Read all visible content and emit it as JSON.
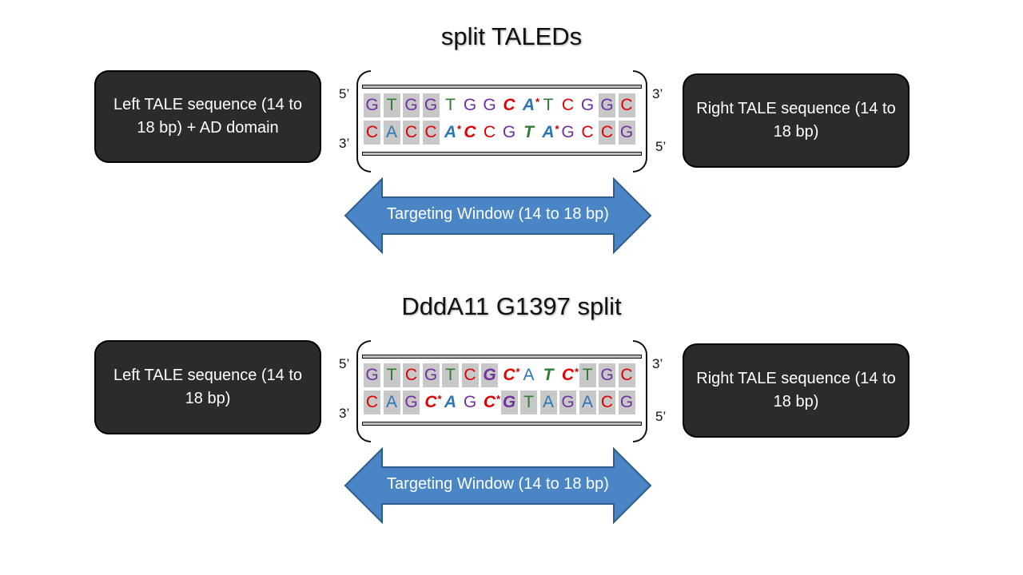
{
  "panels": [
    {
      "title": "split TALEDs",
      "left_box": "Left TALE sequence (14 to 18 bp) + AD domain",
      "right_box": "Right TALE sequence (14 to 18 bp)",
      "ends": {
        "top_left": "5’",
        "top_right": "3’",
        "bottom_left": "3’",
        "bottom_right": "5’"
      },
      "top_strand": [
        {
          "b": "G",
          "c": "#7030a0",
          "hl": true
        },
        {
          "b": "T",
          "c": "#2e7d32",
          "hl": true
        },
        {
          "b": "G",
          "c": "#7030a0",
          "hl": true
        },
        {
          "b": "G",
          "c": "#7030a0",
          "hl": true
        },
        {
          "b": "T",
          "c": "#2e7d32"
        },
        {
          "b": "G",
          "c": "#7030a0"
        },
        {
          "b": "G",
          "c": "#7030a0"
        },
        {
          "b": "C",
          "c": "#e00000",
          "mod": true
        },
        {
          "b": "A",
          "c": "#2e75b6",
          "mod": true,
          "star": true
        },
        {
          "b": "T",
          "c": "#2e7d32"
        },
        {
          "b": "C",
          "c": "#e00000"
        },
        {
          "b": "G",
          "c": "#7030a0"
        },
        {
          "b": "G",
          "c": "#7030a0",
          "hl": true
        },
        {
          "b": "C",
          "c": "#e00000",
          "hl": true
        }
      ],
      "bottom_strand": [
        {
          "b": "C",
          "c": "#e00000",
          "hl": true
        },
        {
          "b": "A",
          "c": "#2e75b6",
          "hl": true
        },
        {
          "b": "C",
          "c": "#e00000",
          "hl": true
        },
        {
          "b": "C",
          "c": "#e00000",
          "hl": true
        },
        {
          "b": "A",
          "c": "#2e75b6",
          "mod": true,
          "star": true
        },
        {
          "b": "C",
          "c": "#e00000",
          "mod": true
        },
        {
          "b": "C",
          "c": "#e00000"
        },
        {
          "b": "G",
          "c": "#7030a0"
        },
        {
          "b": "T",
          "c": "#2e7d32",
          "mod": true
        },
        {
          "b": "A",
          "c": "#2e75b6",
          "mod": true,
          "star": true
        },
        {
          "b": "G",
          "c": "#7030a0"
        },
        {
          "b": "C",
          "c": "#e00000"
        },
        {
          "b": "C",
          "c": "#e00000",
          "hl": true
        },
        {
          "b": "G",
          "c": "#7030a0",
          "hl": true
        }
      ],
      "window_label": "Targeting Window (14 to 18 bp)"
    },
    {
      "title": "DddA11 G1397 split",
      "left_box": "Left TALE sequence (14 to 18 bp)",
      "right_box": "Right TALE sequence (14 to 18 bp)",
      "ends": {
        "top_left": "5’",
        "top_right": "3’",
        "bottom_left": "3’",
        "bottom_right": "5’"
      },
      "top_strand": [
        {
          "b": "G",
          "c": "#7030a0",
          "hl": true
        },
        {
          "b": "T",
          "c": "#2e7d32",
          "hl": true
        },
        {
          "b": "C",
          "c": "#e00000",
          "hl": true
        },
        {
          "b": "G",
          "c": "#7030a0",
          "hl": true
        },
        {
          "b": "T",
          "c": "#2e7d32",
          "hl": true
        },
        {
          "b": "C",
          "c": "#e00000",
          "hl": true
        },
        {
          "b": "G",
          "c": "#7030a0",
          "hl": true,
          "mod": true
        },
        {
          "b": "C",
          "c": "#e00000",
          "mod": true,
          "star": true
        },
        {
          "b": "A",
          "c": "#2e75b6"
        },
        {
          "b": "T",
          "c": "#2e7d32",
          "mod": true
        },
        {
          "b": "C",
          "c": "#e00000",
          "mod": true,
          "star": true
        },
        {
          "b": "T",
          "c": "#2e7d32",
          "hl": true
        },
        {
          "b": "G",
          "c": "#7030a0",
          "hl": true
        },
        {
          "b": "C",
          "c": "#e00000",
          "hl": true
        }
      ],
      "bottom_strand": [
        {
          "b": "C",
          "c": "#e00000",
          "hl": true
        },
        {
          "b": "A",
          "c": "#2e75b6",
          "hl": true
        },
        {
          "b": "G",
          "c": "#7030a0",
          "hl": true
        },
        {
          "b": "C",
          "c": "#e00000",
          "mod": true,
          "star": true
        },
        {
          "b": "A",
          "c": "#2e75b6",
          "mod": true
        },
        {
          "b": "G",
          "c": "#7030a0"
        },
        {
          "b": "C",
          "c": "#e00000",
          "mod": true,
          "star": true
        },
        {
          "b": "G",
          "c": "#7030a0",
          "hl": true,
          "mod": true
        },
        {
          "b": "T",
          "c": "#2e7d32",
          "hl": true
        },
        {
          "b": "A",
          "c": "#2e75b6",
          "hl": true
        },
        {
          "b": "G",
          "c": "#7030a0",
          "hl": true
        },
        {
          "b": "A",
          "c": "#2e75b6",
          "hl": true
        },
        {
          "b": "C",
          "c": "#e00000",
          "hl": true
        },
        {
          "b": "G",
          "c": "#7030a0",
          "hl": true
        }
      ],
      "window_label": "Targeting Window (14 to 18 bp)"
    }
  ],
  "colors": {
    "box_fill": "#2b2b2b",
    "arrow_fill": "#4a86c6",
    "arrow_stroke": "#2f5d8e",
    "highlight": "#c8c8c8"
  }
}
